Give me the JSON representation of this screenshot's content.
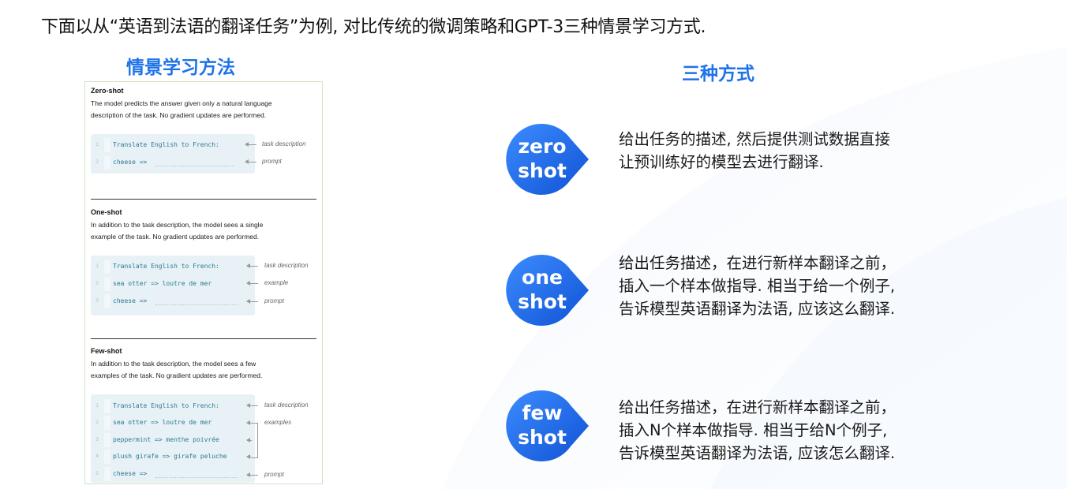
{
  "headline": "下面以从“英语到法语的翻译任务”为例, 对比传统的微调策略和GPT-3三种情景学习方式.",
  "left_title": "情景学习方法",
  "right_title": "三种方式",
  "colors": {
    "accent": "#1e73e8",
    "bubble_light": "#2f86ff",
    "bubble_dark": "#1255d6"
  },
  "figure": {
    "zero": {
      "title": "Zero-shot",
      "desc1": "The model predicts the answer given only a natural language",
      "desc2": "description of the task. No gradient updates are performed.",
      "lines": [
        {
          "num": "1",
          "text": "Translate English to French:",
          "ann": "task description"
        },
        {
          "num": "2",
          "text": "cheese =>",
          "ann": "prompt"
        }
      ]
    },
    "one": {
      "title": "One-shot",
      "desc1": "In addition to the task description, the model sees a single",
      "desc2": "example of the task. No gradient updates are performed.",
      "lines": [
        {
          "num": "1",
          "text": "Translate English to French:",
          "ann": "task description"
        },
        {
          "num": "2",
          "text": "sea otter => loutre de mer",
          "ann": "example"
        },
        {
          "num": "3",
          "text": "cheese =>",
          "ann": "prompt"
        }
      ]
    },
    "few": {
      "title": "Few-shot",
      "desc1": "In addition to the task description, the model sees a few",
      "desc2": "examples of the task. No gradient updates are performed.",
      "lines": [
        {
          "num": "1",
          "text": "Translate English to French:",
          "ann": "task description"
        },
        {
          "num": "2",
          "text": "sea otter => loutre de mer",
          "ann": "examples"
        },
        {
          "num": "3",
          "text": "peppermint => menthe poivrée"
        },
        {
          "num": "4",
          "text": "plush girafe => girafe peluche"
        },
        {
          "num": "5",
          "text": "cheese =>",
          "ann": "prompt"
        }
      ]
    }
  },
  "methods": [
    {
      "bubble_line1": "zero",
      "bubble_line2": "shot",
      "desc": [
        "给出任务的描述, 然后提供测试数据直接",
        "让预训练好的模型去进行翻译."
      ]
    },
    {
      "bubble_line1": "one",
      "bubble_line2": "shot",
      "desc": [
        "给出任务描述，在进行新样本翻译之前，",
        "插入一个样本做指导. 相当于给一个例子,",
        "告诉模型英语翻译为法语, 应该这么翻译."
      ]
    },
    {
      "bubble_line1": "few",
      "bubble_line2": "shot",
      "desc": [
        "给出任务描述，在进行新样本翻译之前，",
        "插入N个样本做指导. 相当于给N个例子,",
        "告诉模型英语翻译为法语, 应该怎么翻译."
      ]
    }
  ]
}
